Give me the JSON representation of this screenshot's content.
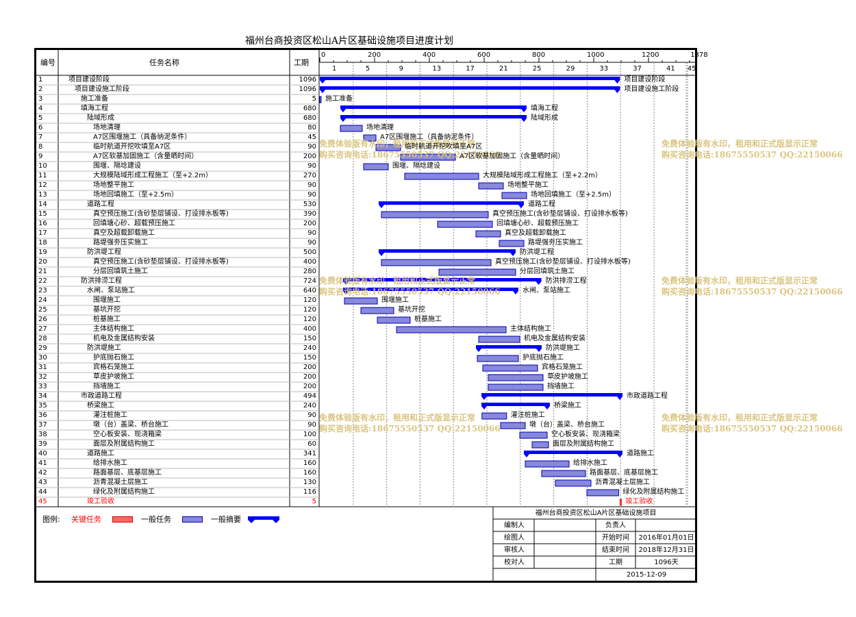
{
  "title": "福州台商投资区松山A片区基础设施项目进度计划",
  "headers": {
    "id": "编号",
    "name": "任务名称",
    "duration": "工期"
  },
  "colors": {
    "critical": "#ff0000",
    "task_fill": "#8888dd",
    "task_border": "#0000aa",
    "summary": "#0000ff"
  },
  "chart_data": {
    "type": "gantt",
    "axis_top": {
      "ticks": [
        "0",
        "200",
        "400",
        "600",
        "800",
        "1000",
        "1200",
        "1378"
      ]
    },
    "axis_bottom": {
      "ticks": [
        "1",
        "5",
        "9",
        "13",
        "17",
        "21",
        "25",
        "29",
        "33",
        "37",
        "41",
        "45"
      ]
    },
    "tasks": [
      {
        "id": "1",
        "name": "项目建设阶段",
        "dur": "1096",
        "indent": 0,
        "kind": "summary",
        "start": 0,
        "len": 1096,
        "label": "项目建设阶段"
      },
      {
        "id": "2",
        "name": "项目建设施工阶段",
        "dur": "1096",
        "indent": 1,
        "kind": "summary",
        "start": 0,
        "len": 1096,
        "label": "项目建设施工阶段"
      },
      {
        "id": "3",
        "name": "施工准备",
        "dur": "5",
        "indent": 2,
        "kind": "task",
        "start": 0,
        "len": 5,
        "label": "施工准备"
      },
      {
        "id": "4",
        "name": "填海工程",
        "dur": "680",
        "indent": 2,
        "kind": "summary",
        "start": 75,
        "len": 680,
        "label": "填海工程"
      },
      {
        "id": "5",
        "name": "陆域形成",
        "dur": "680",
        "indent": 3,
        "kind": "summary",
        "start": 75,
        "len": 680,
        "label": "陆域形成"
      },
      {
        "id": "6",
        "name": "场地清理",
        "dur": "80",
        "indent": 4,
        "kind": "task",
        "start": 75,
        "len": 80,
        "label": "场地清理"
      },
      {
        "id": "7",
        "name": "A7区围堰施工（具备纳泥条件）",
        "dur": "45",
        "indent": 4,
        "kind": "task",
        "start": 160,
        "len": 45,
        "label": "A7区围堰施工（具备纳泥条件）"
      },
      {
        "id": "8",
        "name": "临时航道开挖吹填至A7区",
        "dur": "90",
        "indent": 4,
        "kind": "task",
        "start": 205,
        "len": 90,
        "label": "临时航道开挖吹填至A7区"
      },
      {
        "id": "9",
        "name": "A7区软基加固施工（含量晒时间）",
        "dur": "200",
        "indent": 4,
        "kind": "task",
        "start": 295,
        "len": 200,
        "label": "A7区软基加固施工（含量晒时间）"
      },
      {
        "id": "10",
        "name": "围堰、隔埝建设",
        "dur": "90",
        "indent": 4,
        "kind": "task",
        "start": 160,
        "len": 90,
        "label": "围堰、隔埝建设"
      },
      {
        "id": "11",
        "name": "大规模陆域形成工程施工（至+2.2m）",
        "dur": "270",
        "indent": 4,
        "kind": "task",
        "start": 310,
        "len": 270,
        "label": "大规模陆域形成工程施工（至+2.2m）"
      },
      {
        "id": "12",
        "name": "场地整平施工",
        "dur": "90",
        "indent": 4,
        "kind": "task",
        "start": 580,
        "len": 90,
        "label": "场地整平施工"
      },
      {
        "id": "13",
        "name": "场地回填施工（至+2.5m）",
        "dur": "90",
        "indent": 4,
        "kind": "task",
        "start": 665,
        "len": 90,
        "label": "场地回填施工（至+2.5m）"
      },
      {
        "id": "14",
        "name": "道路工程",
        "dur": "530",
        "indent": 3,
        "kind": "summary",
        "start": 215,
        "len": 530,
        "label": "道路工程"
      },
      {
        "id": "15",
        "name": "真空预压施工(含砂垫层铺设、打设排水板等)",
        "dur": "390",
        "indent": 4,
        "kind": "task",
        "start": 225,
        "len": 390,
        "label": "真空预压施工(含砂垫层铺设、打设排水板等)"
      },
      {
        "id": "16",
        "name": "回填塘心砂、超载预压施工",
        "dur": "200",
        "indent": 4,
        "kind": "task",
        "start": 430,
        "len": 200,
        "label": "回填塘心砂、超载预压施工"
      },
      {
        "id": "17",
        "name": "真空及超载卸载施工",
        "dur": "90",
        "indent": 4,
        "kind": "task",
        "start": 570,
        "len": 90,
        "label": "真空及超载卸载施工"
      },
      {
        "id": "18",
        "name": "路堤强夯压实施工",
        "dur": "90",
        "indent": 4,
        "kind": "task",
        "start": 655,
        "len": 90,
        "label": "路堤强夯压实施工"
      },
      {
        "id": "19",
        "name": "防洪堤工程",
        "dur": "500",
        "indent": 3,
        "kind": "summary",
        "start": 215,
        "len": 500,
        "label": "防洪堤工程"
      },
      {
        "id": "20",
        "name": "真空预压施工(含砂垫层铺设、打设排水板等)",
        "dur": "400",
        "indent": 4,
        "kind": "task",
        "start": 225,
        "len": 400,
        "label": "真空预压施工(含砂垫层铺设、打设排水板等)"
      },
      {
        "id": "21",
        "name": "分层回填筑土施工",
        "dur": "280",
        "indent": 4,
        "kind": "task",
        "start": 435,
        "len": 280,
        "label": "分层回填筑土施工"
      },
      {
        "id": "22",
        "name": "防洪排涝工程",
        "dur": "724",
        "indent": 2,
        "kind": "summary",
        "start": 85,
        "len": 724,
        "label": "防洪排涝工程"
      },
      {
        "id": "23",
        "name": "水闸、泵站施工",
        "dur": "640",
        "indent": 3,
        "kind": "summary",
        "start": 85,
        "len": 640,
        "label": "水闸、泵站施工"
      },
      {
        "id": "24",
        "name": "围堰施工",
        "dur": "120",
        "indent": 4,
        "kind": "task",
        "start": 90,
        "len": 120,
        "label": "围堰施工"
      },
      {
        "id": "25",
        "name": "基坑开挖",
        "dur": "120",
        "indent": 4,
        "kind": "task",
        "start": 150,
        "len": 120,
        "label": "基坑开挖"
      },
      {
        "id": "26",
        "name": "桩基施工",
        "dur": "120",
        "indent": 4,
        "kind": "task",
        "start": 210,
        "len": 120,
        "label": "桩基施工"
      },
      {
        "id": "27",
        "name": "主体结构施工",
        "dur": "400",
        "indent": 4,
        "kind": "task",
        "start": 280,
        "len": 400,
        "label": "主体结构施工"
      },
      {
        "id": "28",
        "name": "机电及金属结构安装",
        "dur": "150",
        "indent": 4,
        "kind": "task",
        "start": 580,
        "len": 150,
        "label": "机电及金属结构安装"
      },
      {
        "id": "29",
        "name": "防洪堤施工",
        "dur": "240",
        "indent": 3,
        "kind": "summary",
        "start": 570,
        "len": 240,
        "label": "防洪堤施工"
      },
      {
        "id": "30",
        "name": "护底抛石施工",
        "dur": "150",
        "indent": 4,
        "kind": "task",
        "start": 575,
        "len": 150,
        "label": "护底抛石施工"
      },
      {
        "id": "31",
        "name": "宾格石笼施工",
        "dur": "200",
        "indent": 4,
        "kind": "task",
        "start": 595,
        "len": 200,
        "label": "宾格石笼施工"
      },
      {
        "id": "32",
        "name": "草皮护坡施工",
        "dur": "200",
        "indent": 4,
        "kind": "task",
        "start": 615,
        "len": 200,
        "label": "草皮护坡施工"
      },
      {
        "id": "33",
        "name": "挡墙施工",
        "dur": "200",
        "indent": 4,
        "kind": "task",
        "start": 615,
        "len": 200,
        "label": "挡墙施工"
      },
      {
        "id": "34",
        "name": "市政道路工程",
        "dur": "494",
        "indent": 2,
        "kind": "summary",
        "start": 590,
        "len": 515,
        "label": "市政道路工程"
      },
      {
        "id": "35",
        "name": "桥梁施工",
        "dur": "240",
        "indent": 3,
        "kind": "summary",
        "start": 590,
        "len": 250,
        "label": "桥梁施工"
      },
      {
        "id": "36",
        "name": "灌注桩施工",
        "dur": "90",
        "indent": 4,
        "kind": "task",
        "start": 592,
        "len": 90,
        "label": "灌注桩施工"
      },
      {
        "id": "37",
        "name": "墩（台）盖梁、桥台施工",
        "dur": "90",
        "indent": 4,
        "kind": "task",
        "start": 660,
        "len": 90,
        "label": "墩（台）盖梁、桥台施工"
      },
      {
        "id": "38",
        "name": "空心板安装、现浇箱梁",
        "dur": "100",
        "indent": 4,
        "kind": "task",
        "start": 730,
        "len": 100,
        "label": "空心板安装、现浇箱梁"
      },
      {
        "id": "39",
        "name": "面层及附属结构施工",
        "dur": "60",
        "indent": 4,
        "kind": "task",
        "start": 775,
        "len": 60,
        "label": "面层及附属结构施工"
      },
      {
        "id": "40",
        "name": "道路施工",
        "dur": "341",
        "indent": 3,
        "kind": "summary",
        "start": 745,
        "len": 360,
        "label": "道路施工"
      },
      {
        "id": "41",
        "name": "给排水施工",
        "dur": "160",
        "indent": 4,
        "kind": "task",
        "start": 750,
        "len": 160,
        "label": "给排水施工"
      },
      {
        "id": "42",
        "name": "路面基层、底基层施工",
        "dur": "160",
        "indent": 4,
        "kind": "task",
        "start": 810,
        "len": 160,
        "label": "路面基层、底基层施工"
      },
      {
        "id": "43",
        "name": "沥青混凝土层施工",
        "dur": "130",
        "indent": 4,
        "kind": "task",
        "start": 860,
        "len": 130,
        "label": "沥青混凝土层施工"
      },
      {
        "id": "44",
        "name": "绿化及附属结构施工",
        "dur": "116",
        "indent": 4,
        "kind": "task",
        "start": 975,
        "len": 116,
        "label": "绿化及附属结构施工"
      },
      {
        "id": "45",
        "name": "竣工验收",
        "dur": "5",
        "indent": 3,
        "kind": "critical",
        "start": 1096,
        "len": 5,
        "label": "竣工验收"
      }
    ]
  },
  "legend": {
    "title": "图例:",
    "critical": "关键任务",
    "normal": "一般任务",
    "summary": "一般摘要"
  },
  "info": {
    "project": "福州台商投资区松山A片区基础设施项目",
    "editor": "编制人",
    "owner": "负责人",
    "drawer": "绘图人",
    "start_label": "开始时间",
    "start_value": "2016年01月01日",
    "reviewer": "审核人",
    "end_label": "结束时间",
    "end_value": "2018年12月31日",
    "checker": "校对人",
    "period_label": "工期",
    "period_value": "1096天",
    "date": "2015-12-09"
  },
  "watermark": {
    "line1": "免费体验版有水印，租用和正式版显示正常",
    "line2": "购买咨询电话:18675550537 QQ:22150066"
  }
}
